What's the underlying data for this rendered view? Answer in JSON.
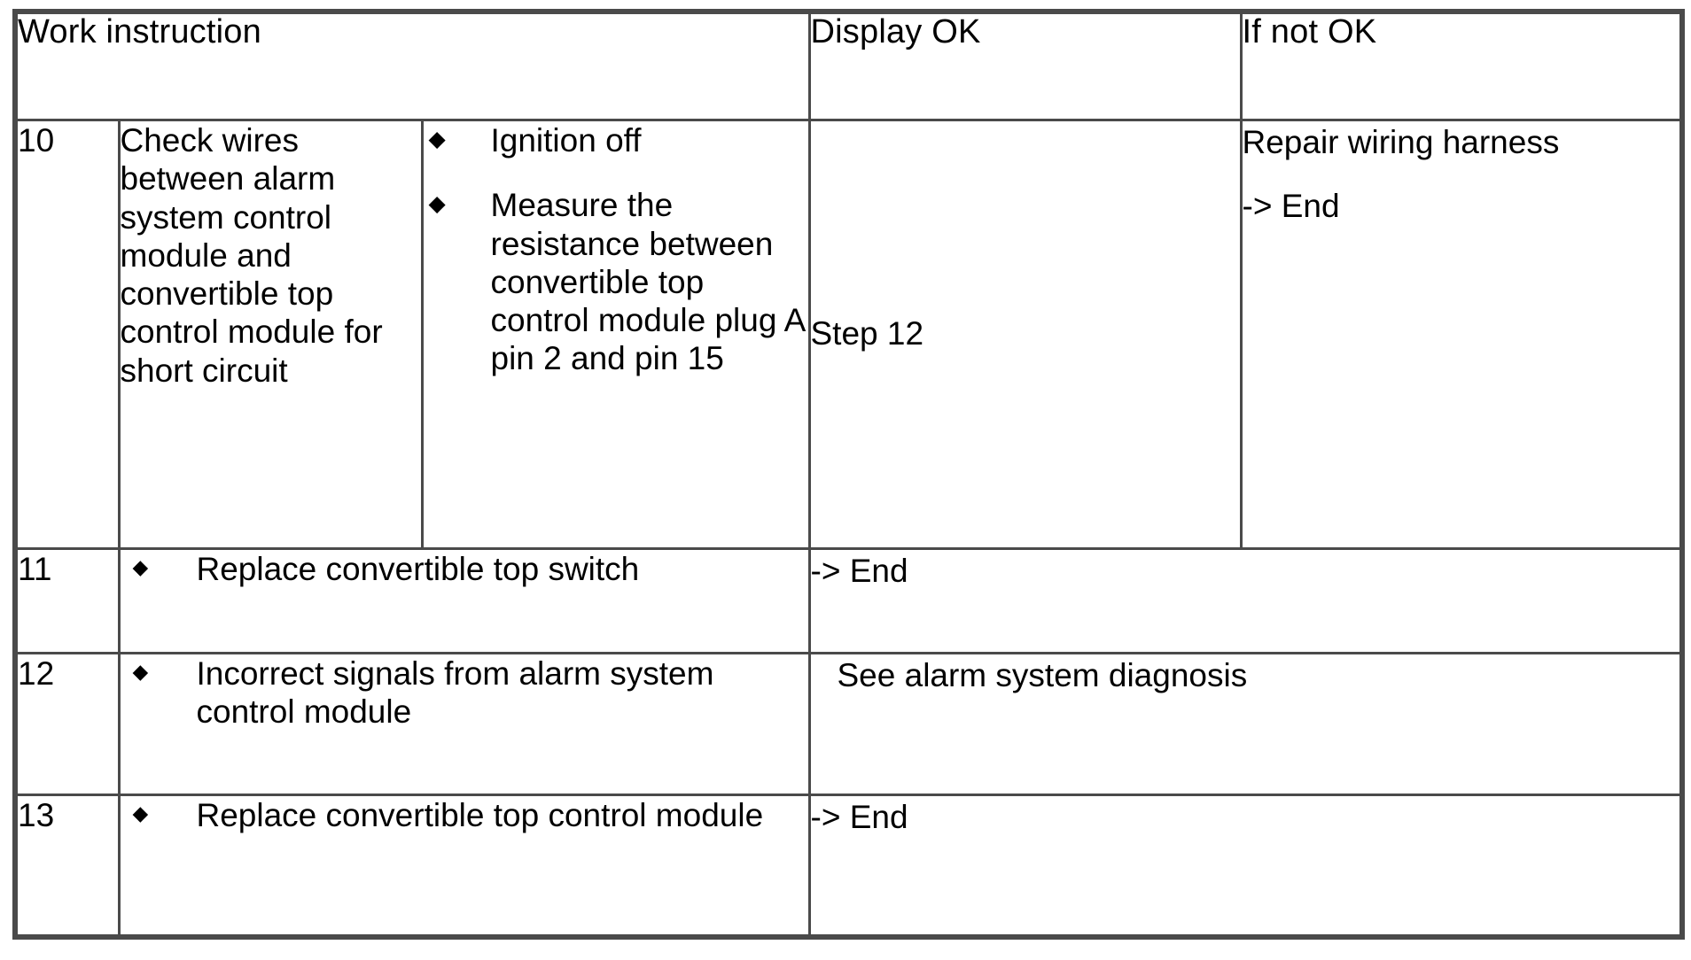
{
  "table": {
    "headers": [
      {
        "label": "Work instruction",
        "name": "work-instruction"
      },
      {
        "label": "Display OK",
        "name": "display-ok"
      },
      {
        "label": "If not OK",
        "name": "if-not-ok"
      }
    ],
    "bullet_glyph": "◆",
    "rows": [
      {
        "step": "10",
        "instruction": "Check wires between alarm system control module and convertible top control module for short circuit",
        "bullets": [
          "Ignition off",
          "Measure the resistance between convertible top control module plug A pin 2 and pin 15"
        ],
        "display_ok": "Step 12",
        "if_not_ok_line1": "Repair wiring harness",
        "if_not_ok_line2": "-> End"
      },
      {
        "step": "11",
        "bullets": [
          "Replace convertible top switch"
        ],
        "result": "-> End"
      },
      {
        "step": "12",
        "bullets": [
          "Incorrect signals from alarm system control module"
        ],
        "result": "See alarm system diagnosis"
      },
      {
        "step": "13",
        "bullets": [
          "Replace convertible top control module"
        ],
        "result": "-> End"
      }
    ]
  },
  "colors": {
    "border": "#4a4a4a",
    "text": "#000000",
    "background": "#ffffff"
  }
}
